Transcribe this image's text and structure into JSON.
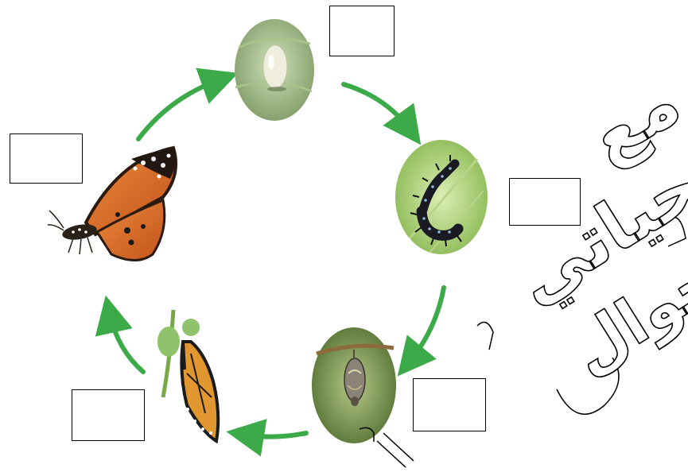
{
  "diagram": {
    "stages": [
      {
        "name": "egg",
        "label": ""
      },
      {
        "name": "larva",
        "label": ""
      },
      {
        "name": "pupa",
        "label": ""
      },
      {
        "name": "emerging",
        "label": ""
      },
      {
        "name": "adult",
        "label": ""
      }
    ],
    "arrow_color": "#3daa4a",
    "overlay": {
      "line1": "مع تحياتي",
      "line2": "جوال"
    }
  }
}
